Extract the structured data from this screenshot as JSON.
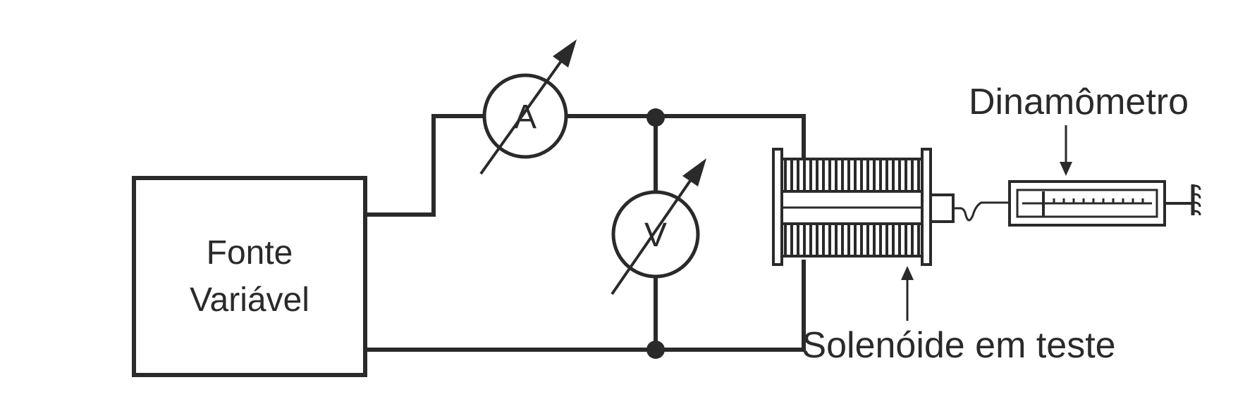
{
  "source_box": {
    "line1": "Fonte",
    "line2": "Variável"
  },
  "ammeter": {
    "symbol": "A"
  },
  "voltmeter": {
    "symbol": "V"
  },
  "labels": {
    "dynamometer": "Dinamômetro",
    "solenoid": "Solenóide em teste"
  },
  "colors": {
    "ink": "#2a2a2a",
    "background": "#ffffff"
  }
}
